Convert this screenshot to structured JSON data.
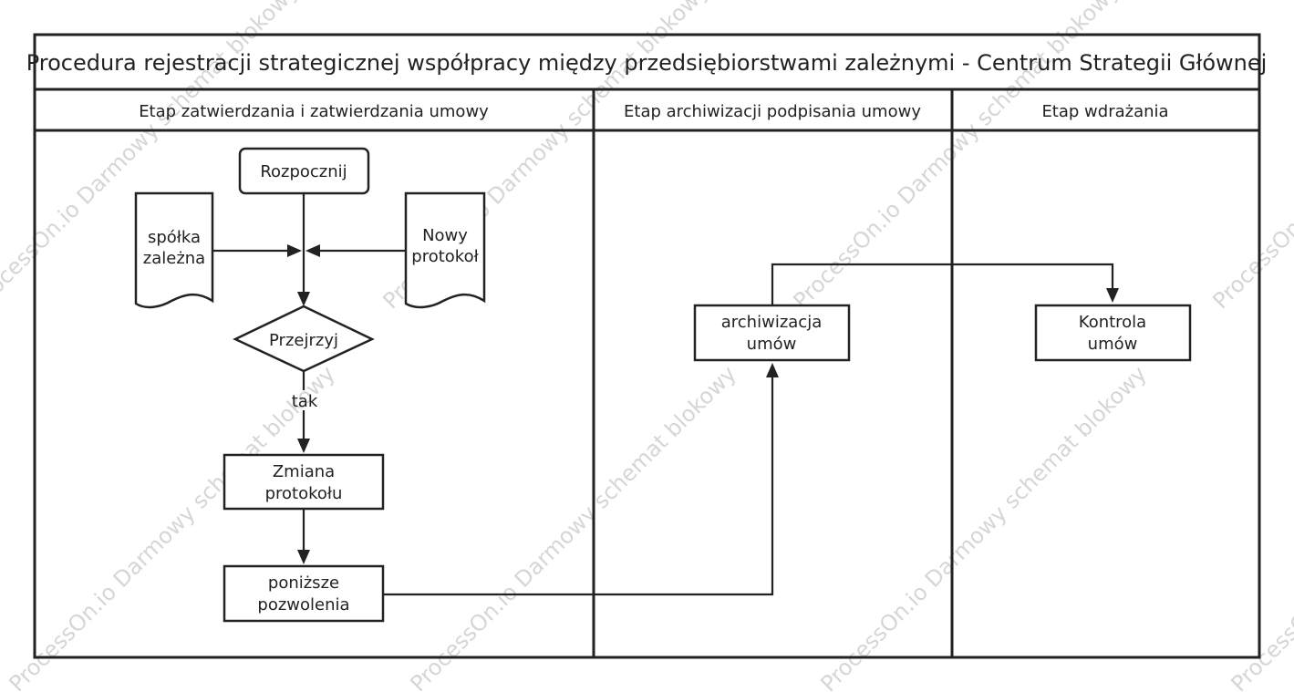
{
  "diagram": {
    "title": "Procedura rejestracji strategicznej współpracy między przedsiębiorstwami zależnymi - Centrum Strategii Głównej",
    "lanes": [
      {
        "label": "Etap zatwierdzania i zatwierdzania umowy"
      },
      {
        "label": "Etap archiwizacji podpisania umowy"
      },
      {
        "label": "Etap wdrażania"
      }
    ],
    "nodes": {
      "start": {
        "label": "Rozpocznij"
      },
      "subsidiary": {
        "line1": "spółka",
        "line2": "zależna"
      },
      "new_protocol": {
        "line1": "Nowy",
        "line2": "protokoł"
      },
      "review": {
        "label": "Przejrzyj"
      },
      "change_protocol": {
        "line1": "Zmiana",
        "line2": "protokołu"
      },
      "permissions": {
        "line1": "poniższe",
        "line2": "pozwolenia"
      },
      "archiving": {
        "line1": "archiwizacja",
        "line2": "umów"
      },
      "control": {
        "line1": "Kontrola",
        "line2": "umów"
      }
    },
    "edges": {
      "review_yes": {
        "label": "tak"
      }
    }
  },
  "watermark": {
    "line1": "ProcessOn.io Darmowy schemat blokowy"
  },
  "colors": {
    "stroke": "#222222",
    "text": "#222222",
    "background": "#ffffff",
    "watermark": "#d6d6d6"
  }
}
